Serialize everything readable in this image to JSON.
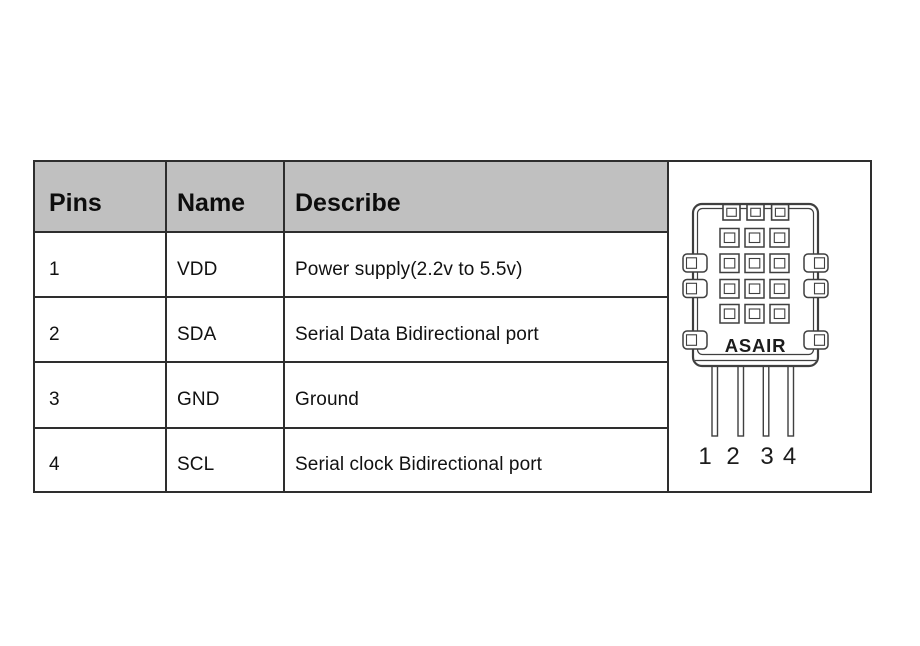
{
  "page": {
    "background": "#ffffff",
    "header_bg": "#c0c0c0",
    "border_color": "#2e2e2e",
    "line_color": "#3f3f3f"
  },
  "table": {
    "headers": [
      "Pins",
      "Name",
      "Describe"
    ],
    "rows": [
      {
        "pin": "1",
        "name": "VDD",
        "describe": "Power supply(2.2v to 5.5v)"
      },
      {
        "pin": "2",
        "name": "SDA",
        "describe": "Serial Data Bidirectional port"
      },
      {
        "pin": "3",
        "name": "GND",
        "describe": "Ground"
      },
      {
        "pin": "4",
        "name": "SCL",
        "describe": "Serial clock Bidirectional port"
      }
    ]
  },
  "diagram": {
    "brand": "ASAIR",
    "pin_labels": [
      "1",
      "2",
      "3",
      "4"
    ]
  }
}
